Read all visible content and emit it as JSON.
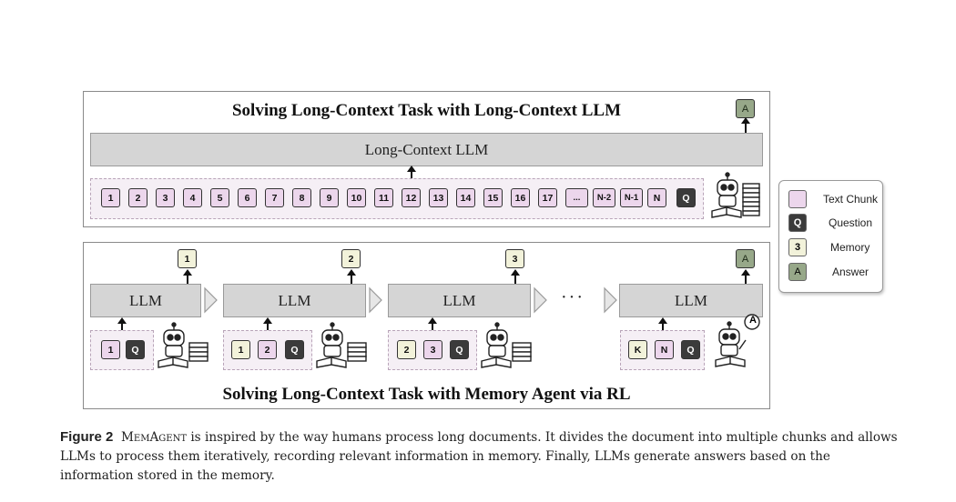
{
  "top_panel": {
    "title": "Solving Long-Context Task with Long-Context LLM",
    "llm_label": "Long-Context LLM",
    "chunks": [
      "1",
      "2",
      "3",
      "4",
      "5",
      "6",
      "7",
      "8",
      "9",
      "10",
      "11",
      "12",
      "13",
      "14",
      "15",
      "16",
      "17",
      "...",
      "N-2",
      "N-1",
      "N"
    ],
    "question": "Q",
    "answer": "A"
  },
  "bottom_panel": {
    "title": "Solving Long-Context Task with Memory Agent via RL",
    "ellipsis": "···",
    "steps": [
      {
        "llm_label": "LLM",
        "output_memory": "1",
        "inputs": [
          {
            "label": "1",
            "kind": "t"
          },
          {
            "label": "Q",
            "kind": "q"
          }
        ]
      },
      {
        "llm_label": "LLM",
        "output_memory": "2",
        "inputs": [
          {
            "label": "1",
            "kind": "m"
          },
          {
            "label": "2",
            "kind": "t"
          },
          {
            "label": "Q",
            "kind": "q"
          }
        ]
      },
      {
        "llm_label": "LLM",
        "output_memory": "3",
        "inputs": [
          {
            "label": "2",
            "kind": "m"
          },
          {
            "label": "3",
            "kind": "t"
          },
          {
            "label": "Q",
            "kind": "q"
          }
        ]
      },
      {
        "llm_label": "LLM",
        "output_answer": "A",
        "inputs": [
          {
            "label": "K",
            "kind": "m"
          },
          {
            "label": "N",
            "kind": "t"
          },
          {
            "label": "Q",
            "kind": "q"
          }
        ]
      }
    ],
    "robot_bubble": "A"
  },
  "legend": [
    {
      "symbol": "",
      "label": "Text Chunk",
      "color": "#ecd6ec"
    },
    {
      "symbol": "Q",
      "label": "Question",
      "color": "#3b3b3b"
    },
    {
      "symbol": "3",
      "label": "Memory",
      "color": "#f2f2da"
    },
    {
      "symbol": "A",
      "label": "Answer",
      "color": "#97a889"
    }
  ],
  "caption": {
    "label": "Figure 2",
    "name": "MemAgent",
    "text": " is inspired by the way humans process long documents. It divides the document into multiple chunks and allows LLMs to process them iteratively, recording relevant information in memory. Finally, LLMs generate answers based on the information stored in the memory."
  }
}
